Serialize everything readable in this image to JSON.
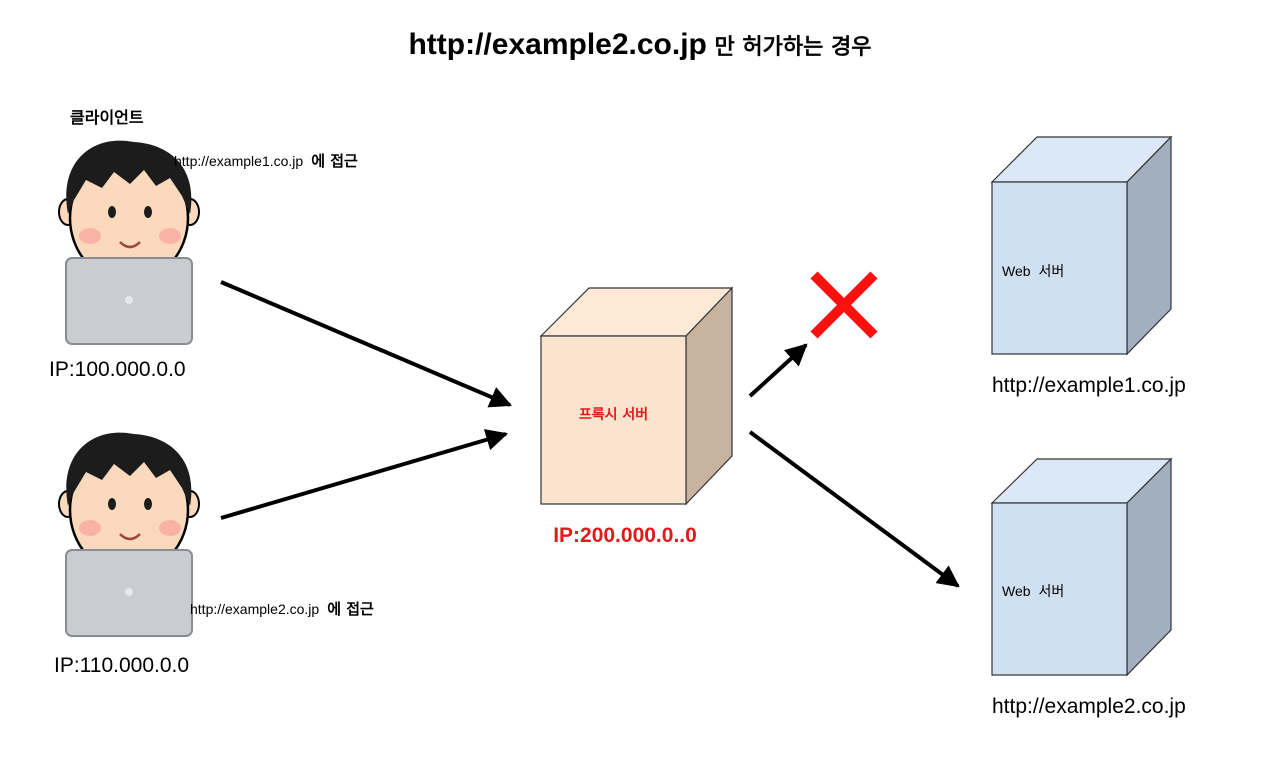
{
  "title": {
    "main": "http://example2.co.jp",
    "suffix": "만 허가하는 경우"
  },
  "client_heading": "클라이언트",
  "clients": [
    {
      "access_url": "http://example1.co.jp",
      "access_suffix": "에 접근",
      "ip": "IP:100.000.0.0"
    },
    {
      "access_url": "http://example2.co.jp",
      "access_suffix": "에 접근",
      "ip": "IP:110.000.0.0"
    }
  ],
  "proxy": {
    "label": "프록시 서버",
    "ip": "IP:200.000.0..0"
  },
  "servers": [
    {
      "name": "Web",
      "name_suffix": "서버",
      "url": "http://example1.co.jp"
    },
    {
      "name": "Web",
      "name_suffix": "서버",
      "url": "http://example2.co.jp"
    }
  ],
  "colors": {
    "proxy_front": "#fbe4cf",
    "proxy_top": "#fde9d6",
    "proxy_side": "#c7b39f",
    "server_front": "#cfe0f3",
    "server_top": "#dae8f7",
    "server_side": "#a1afbf",
    "blocked": "#ff1010",
    "highlight_text": "#e11a1a",
    "skin": "#fbd9bd",
    "hair": "#1c1c1c",
    "shirt": "#5d8fd0",
    "laptop": "#c9ccd0"
  },
  "icons": [
    "user-laptop-icon",
    "blocked-x-icon",
    "arrow-icon"
  ]
}
